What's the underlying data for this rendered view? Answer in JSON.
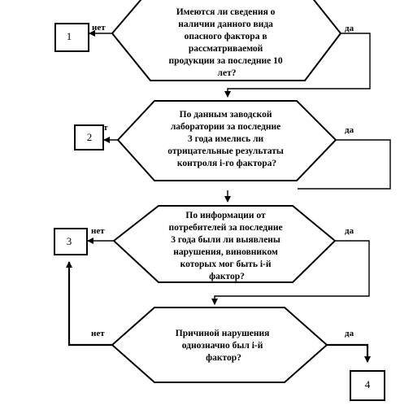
{
  "decisions": [
    {
      "lines": [
        "Имеются ли сведения о",
        "наличии данного вида",
        "опасного фактора в",
        "рассматриваемой",
        "продукции за последние 10",
        "лет?"
      ],
      "no_label": "нет",
      "yes_label": "да"
    },
    {
      "lines": [
        "По данным заводской",
        "лаборатории  за последние",
        "3 года имелись ли",
        "отрицательные результаты",
        "контроля i-го фактора?"
      ],
      "no_label": "нет",
      "yes_label": "да"
    },
    {
      "lines": [
        "По информации от",
        "потребителей за последние",
        "3 года были ли выявлены",
        "нарушения, виновником",
        "которых мог быть i-й",
        "фактор?"
      ],
      "no_label": "нет",
      "yes_label": "да"
    },
    {
      "lines": [
        "Причиной нарушения",
        "однозначно был i-й",
        "фактор?"
      ],
      "no_label": "нет",
      "yes_label": "да"
    }
  ],
  "boxes": [
    "1",
    "2",
    "3",
    "4"
  ]
}
